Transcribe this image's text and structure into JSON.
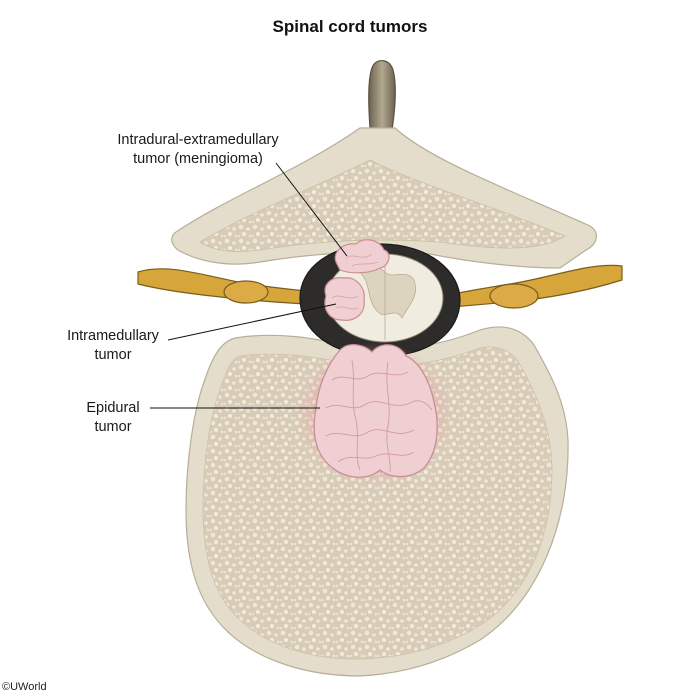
{
  "title": "Spinal cord tumors",
  "labels": {
    "intradural": {
      "line1": "Intradural-extramedullary",
      "line2": "tumor (meningioma)"
    },
    "intramedullary": {
      "line1": "Intramedullary",
      "line2": "tumor"
    },
    "epidural": {
      "line1": "Epidural",
      "line2": "tumor"
    }
  },
  "copyright": "©UWorld",
  "colors": {
    "bone_cortex": "#e3dccb",
    "bone_marrow": "#d6cbb8",
    "spinal_cord": "#f1ece0",
    "dura": "#2d2c2a",
    "nerve_root": "#d6a63a",
    "tumor": "#f0cfd2",
    "tumor_outline": "#c98e96"
  }
}
